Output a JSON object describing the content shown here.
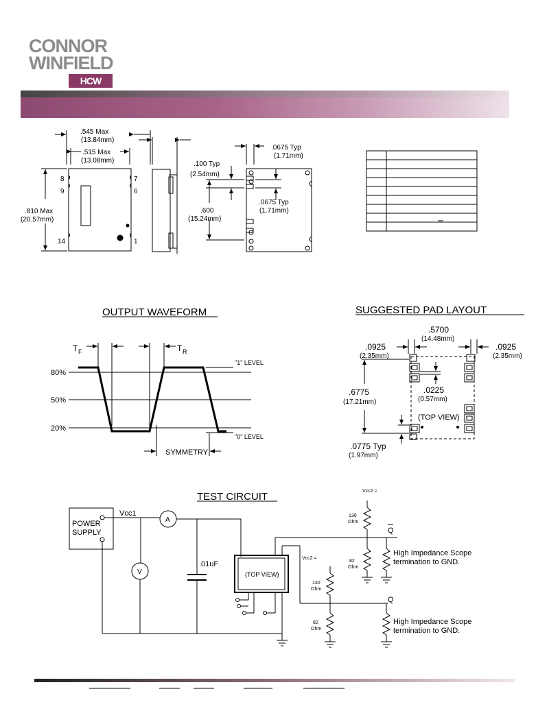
{
  "logo": {
    "line1": "CONNOR",
    "line2": "WINFIELD",
    "mark": "HCW"
  },
  "package": {
    "dim_545": ".545  Max",
    "dim_545_mm": "(13.84mm)",
    "dim_515": ".515  Max",
    "dim_515_mm": "(13.08mm)",
    "dim_810": ".810  Max",
    "dim_810_mm": "(20.57mm)",
    "pin8": "8",
    "pin9": "9",
    "pin14": "14",
    "pin7": "7",
    "pin6": "6",
    "pin1": "1",
    "dim_100": ".100  Typ",
    "dim_100_mm": "(2.54mm)",
    "dim_600": ".600",
    "dim_600_mm": "(15.24mm)",
    "dim_0675a": ".0675  Typ",
    "dim_0675a_mm": "(1.71mm)",
    "dim_0675b": ".0675  Typ",
    "dim_0675b_mm": "(1.71mm)"
  },
  "waveform": {
    "title": "OUTPUT  WAVEFORM",
    "tf": "T",
    "tf_sub": "F",
    "tr": "T",
    "tr_sub": "R",
    "level1": "\"1\"  LEVEL",
    "level0": "\"0\"  LEVEL",
    "p80": "80%",
    "p50": "50%",
    "p20": "20%",
    "symmetry": "SYMMETRY"
  },
  "pad": {
    "title": "SUGGESTED  PAD  LAYOUT",
    "d5700": ".5700",
    "d5700_mm": "(14.48mm)",
    "d0925l": ".0925",
    "d0925l_mm": "(2.35mm)",
    "d0925r": ".0925",
    "d0925r_mm": "(2.35mm)",
    "d6775": ".6775",
    "d6775_mm": "(17.21mm)",
    "d0225": ".0225",
    "d0225_mm": "(0.57mm)",
    "top_view": "(TOP VIEW)",
    "d0775": ".0775  Typ",
    "d0775_mm": "(1.97mm)"
  },
  "circuit": {
    "title": "TEST  CIRCUIT",
    "power1": "POWER",
    "power2": "SUPPLY",
    "vcc1": "Vcc1",
    "ammeter": "A",
    "voltmeter": "V",
    "cap": ".01uF",
    "top_view": "(TOP VIEW)",
    "vcc2_top": "Vcc2 =",
    "vcc2_mid": "Vcc2 =",
    "r130a": "130",
    "r130a_unit": "Ohm",
    "r82a": "82",
    "r82a_unit": "Ohm",
    "r130b": "130",
    "r130b_unit": "Ohm",
    "r82b": "82",
    "r82b_unit": "Ohm",
    "qbar": "Q",
    "q": "Q",
    "scope1a": "High  Impedance  Scope",
    "scope1b": "termination  to  GND.",
    "scope2a": "High  Impedance  Scope",
    "scope2b": "termination  to  GND."
  }
}
